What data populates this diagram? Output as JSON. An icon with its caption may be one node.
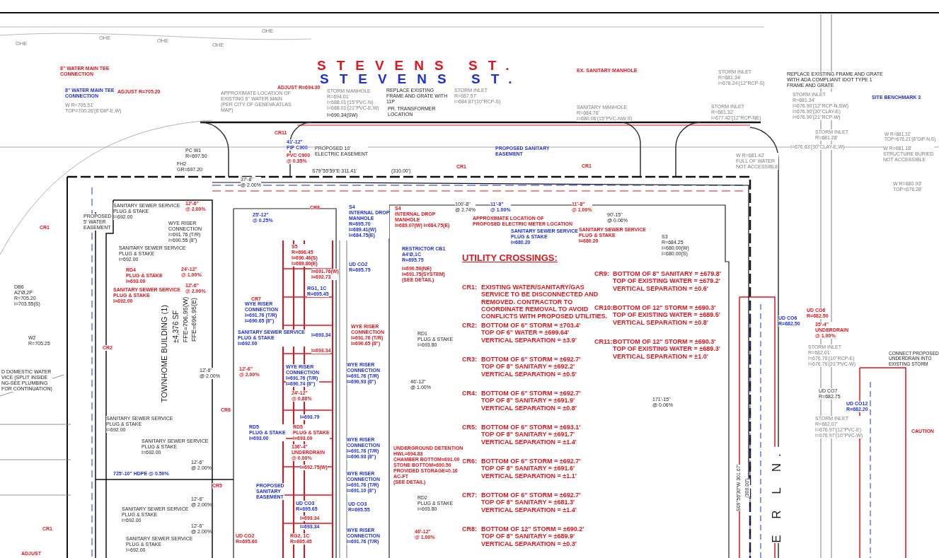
{
  "diagram": {
    "labels": [
      "STEVENS ST.",
      "STEVENS ST.",
      "ADJUST R=694.30",
      "STORM MANHOLE R=694.01' I=688.01'(15\"PVC-N) I=688.01'(21\"PVC-E,W)",
      "I=690.34(SW)",
      "REPLACE EXISTING FRAME AND GRATE WITH 11P",
      "STORM INLET R=687.57' I=684.87'(10\"RCP-S)",
      "PR. TRANSFORMER LOCATION",
      "EX. SANITARY MANHOLE",
      "SANITARY MANHOLE R=684.76' I=680.06'(15\"PVC-NW,S)",
      "STORM INLET R=681.34' I=678.24'(12\"RCP-S)",
      "REPLACE EXISTING FRAME AND GRATE WITH ADA COMPLIANT IDOT TYPE 1 FRAME AND GRATE",
      "STORM INLET R=681.34' I=676.90'(12\"RCP-N,SW) I=676.90'(30\"CLAY-E) I=676.90'(21\"RCP-W)",
      "SITE BENCHMARK 3",
      "STORM INLET R=681.32' I=677.42'(12\"RCP-NE)",
      "STORM INLET R=681.28'",
      "I=676.63'(30\"CLAY-E,W)",
      "W R=681.31' TOP=676.21'(8\"DIP-N,S)",
      "W R=681.18' STRUCTURE BURIED NOT ACCESSIBLE",
      "W R=681.42' FULL OF WATER NOT ACCESSIBLE",
      "W R=680.93' TOP=676.28'",
      "APPROXIMATE LOCATION OF EXISTING 6\" WATER MAIN (PER CITY OF GENEVA ATLAS MAP)",
      "8\" WATER MAIN TEE CONNECTION",
      "8\" WATER MAIN TEE CONNECTION",
      "ADJUST R=705.20",
      "W R=705.51' TOP=700.26'(6\"DIP-E,W)",
      "CR11",
      "41'-12\" PIP C900",
      "PVC C900 @ 0.35%",
      "PC W1 R=697.50",
      "FH2 GR=697.20",
      "PROPOSED 10' ELECTRIC EASEMENT",
      "S79°55'59\"E 311.41'",
      "(310.00')",
      "PROPOSED SANITARY EASEMENT",
      "CR1",
      "CR1",
      "37'-8\" @ 2.00%",
      "CR8",
      "S4 INTERNAL DROP MANHOLE R=695.70 I=689.41(W) I=684.75(E)",
      "100'-8\" @ 2.74%",
      "11'-8\" @ 1.00%",
      "11'-8\" @ 1.00%",
      "90'-15\" @ 0.06%",
      "APPROXIMATE LOCATION OF PROPOSED ELECTRIC METER LOCATION",
      "SANITARY SEWER SERVICE PLUG & STAKE I=680.20",
      "SANITARY SEWER SERVICE PLUG & STAKE I=680.20",
      "S3 R=684.25 I=680.00(W) I=680.00(S)",
      "S4 INTERNAL DROP MANHOLE I=689.07(W) I=684.75(E)",
      "RESTRICTOR CB1 A4'Ø,1C R=695.75",
      "I=690.50(NE) I=691.75(SYSTEM) (SEE DETAIL)",
      "UD CO2 R=695.75",
      "UTILITY CROSSINGS:",
      "CR1:",
      "EXISTING WATER/SANITARY/GAS SERVICE TO BE DISCONNECTED AND REMOVED. CONTRACTOR TO COORDINATE REMOVAL TO AVOID CONFLICTS WITH PROPOSED UTILITIES.",
      "CR2:",
      "BOTTOM OF 6\" STORM = ±703.4' TOP OF 6\" WATER = ±699.64' VERTICAL SEPARATION = ±3.9'",
      "CR3:",
      "BOTTOM OF 6\" STORM = ±692.7' TOP OF 8\" SANITARY = ±692.2' VERTICAL SEPARATION = ±0.5'",
      "CR4:",
      "BOTTOM OF 6\" STORM = ±692.7' TOP OF 8\" SANITARY = ±691.9' VERTICAL SEPARATION = ±0.8'",
      "CR5:",
      "BOTTOM OF 6\" STORM = ±693.1' TOP OF 8\" SANITARY = ±691.7' VERTICAL SEPARATION = ±1.4'",
      "CR6:",
      "BOTTOM OF 6\" STORM = ±692.7' TOP OF 8\" SANITARY = ±691.6' VERTICAL SEPARATION = ±1.1'",
      "CR7:",
      "BOTTOM OF 6\" STORM = ±692.7' TOP OF 8\" SANITARY = ±681.3' VERTICAL SEPARATION = ±1.4'",
      "CR8:",
      "BOTTOM OF 12\" STORM = ±690.2' TOP OF 8\" SANITARY = ±689.9' VERTICAL SEPARATION = ±0.3'",
      "CR9:",
      "BOTTOM OF 8\" SANITARY = ±679.8' TOP OF EXISTING WATER = ±679.2' VERTICAL SEPARATION = ±0.6'",
      "CR10:",
      "BOTTOM OF 12\" STORM = ±690.3' TOP OF EXISTING WATER = ±689.5' VERTICAL SEPARATION = ±0.8'",
      "CR11:",
      "BOTTOM OF 12\" STORM = ±690.3' TOP OF EXISTING WATER = ±689.3' VERTICAL SEPARATION = ±1.0'",
      "PROPOSED 5' WATER EASEMENT",
      "CR1",
      "SANITARY SEWER SERVICE PLUG & STAKE I=692.00",
      "12'-6\" @ 2.00%",
      "WYE RISER CONNECTION I=691.76 (T/R) I=690.55 (8\")",
      "25'-12\" @ 0.25%",
      "SANITARY SEWER SERVICE PLUG & STAKE I=692.00",
      "RD4 PLUG & STAKE I=693.00",
      "SANITARY SEWER SERVICE PLUG & STAKE I=692.00",
      "24'-12\" @ 1.00%",
      "12'-6\" @ 2.00%",
      "DB6 A2'Ø,2P R=705.20 I=703.55(S)",
      "W2 R=705.25",
      "CR2",
      "D DOMESTIC WATER VICE (SPLIT INSIDE NG-SEE PLUMBING FOR CONTINUATION)",
      "TOWNHOME BUILDING (1)",
      "±4,376 SF",
      "FFE=706.95(W)",
      "FFE=696.95(E)",
      "12'-6\" @ 2.00%",
      "SANITARY SEWER SERVICE PLUG & STAKE I=692.00",
      "SANITARY SEWER SERVICE PLUG & STAKE I=692.00",
      "CR6",
      "12'-6\" @ 2.00%",
      "725'-10\" HDPE @ 0.50%",
      "CR5",
      "12'-6\" @ 2.00%",
      "SANITARY SEWER SERVICE PLUG & STAKE I=692.00",
      "12'-6\" @ 2.00%",
      "SANITARY SEWER SERVICE PLUG & STAKE I=692.00",
      "CR1",
      "ADJUST",
      "S5 R=696.45 I=690.46(S) I=689.80(E)",
      "I=691.76(W) I=692.73",
      "CR7",
      "RG1, 1C R=695.45",
      "WYE RISER CONNECTION I=691.76 (T/R) I=690.65 (8\")",
      "SANITARY SEWER SERVICE PLUG & STAKE I=692.00",
      "I=693.34",
      "I=693.34",
      "WYE RISER CONNECTION I=691.76 (T/R) I=690.74 (8\")",
      "12'-6\" @ 2.00%",
      "24'-12\" @ 0.88%",
      "I=693.79",
      "RD5 PLUG & STAKE I=693.00",
      "RD5 PLUG & STAKE I=693.00",
      "136'-4\" UNDERDRAIN @ 0.00%",
      "I=692.75(W)",
      "PROPOSED SANITARY EASEMENT",
      "UD CO3 R=695.65",
      "I=693.34",
      "I=693.34",
      "RG2, 1C R=695.45",
      "UD CO2 R=695.60",
      "WYE RISER CONNECTION I=691.76 (T/R) I=690.65 (8\")",
      "RD1 PLUG & STAKE I=693.80",
      "WYE RISER CONNECTION I=691.76 (T/R) I=690.93 (8\")",
      "46'-12\" @ 1.00%",
      "WYE RISER CONNECTION I=691.76 (T/R) I=690.93 (8\")",
      "UNDERGROUND DETENTION HWL=694.83 CHAMBER BOTTOM=691.00 STONE BOTTOM=690.50 PROVIDED STORAGE=0.16 AC-FT (SEE DETAIL)",
      "WYE RISER CONNECTION I=691.76 (T/R) I=691.10 (8\")",
      "RD2 PLUG & STAKE I=693.80",
      "UD CO3 R=695.55",
      "WYE RISER CONNECTION I=691.76 (T/R)",
      "46'-12\" @ 1.00%",
      "UD CO6 R=682.50",
      "UD CO6 R=682.50",
      "35'-4\" UNDERDRAIN @ 1.00%",
      "STORM INLET R=682.01' I=676.76'(10\"RCP-E) I=676.76'(21\"PVC-W)",
      "CONNECT PROPOSED UNDERDRAIN INTO EXISTING STORM",
      "171'-15\" @ 0.06%",
      "UD CO7 R=682.75",
      "UD CO12 R=682.20",
      "STORM INLET R=682.07' I=676.97'(12\"PVC-E) I=676.97'(10\"PVC-W)",
      "CAUTION",
      "S09°56'30\"W 301.07'",
      "(300.00')",
      "E R L N.",
      "OHE",
      "OHE",
      "OHE",
      "OHE",
      "OHE"
    ]
  }
}
